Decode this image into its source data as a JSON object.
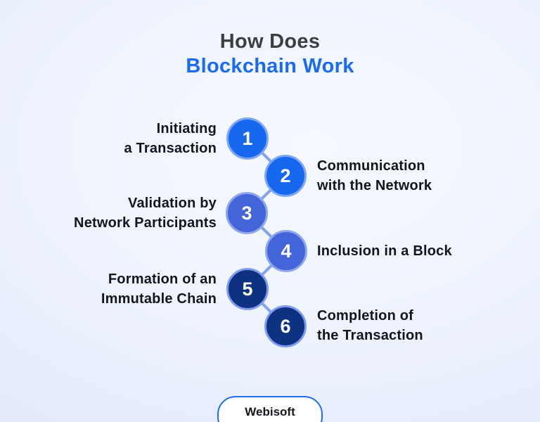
{
  "title": {
    "line1": "How Does",
    "line2": "Blockchain Work"
  },
  "steps": [
    {
      "number": "1",
      "label": "Initiating\na Transaction",
      "side": "left"
    },
    {
      "number": "2",
      "label": "Communication\nwith the Network",
      "side": "right"
    },
    {
      "number": "3",
      "label": "Validation by\nNetwork Participants",
      "side": "left"
    },
    {
      "number": "4",
      "label": "Inclusion in a Block",
      "side": "right"
    },
    {
      "number": "5",
      "label": "Formation of an\nImmutable Chain",
      "side": "left"
    },
    {
      "number": "6",
      "label": "Completion of\nthe Transaction",
      "side": "right"
    }
  ],
  "footer": {
    "brand": "Webisoft"
  },
  "colors": {
    "title_dark": "#3e3e41",
    "title_accent": "#1b6bf2",
    "step_blue": "#1768ef",
    "step_indigo": "#4464da",
    "step_navy": "#0e3181",
    "circle_ring": "#7e9ff2",
    "connector": "#84a0ee",
    "badge_border": "#1d6ef3",
    "background_edge": "#dce4f9",
    "background_center": "#f6f9ff"
  }
}
